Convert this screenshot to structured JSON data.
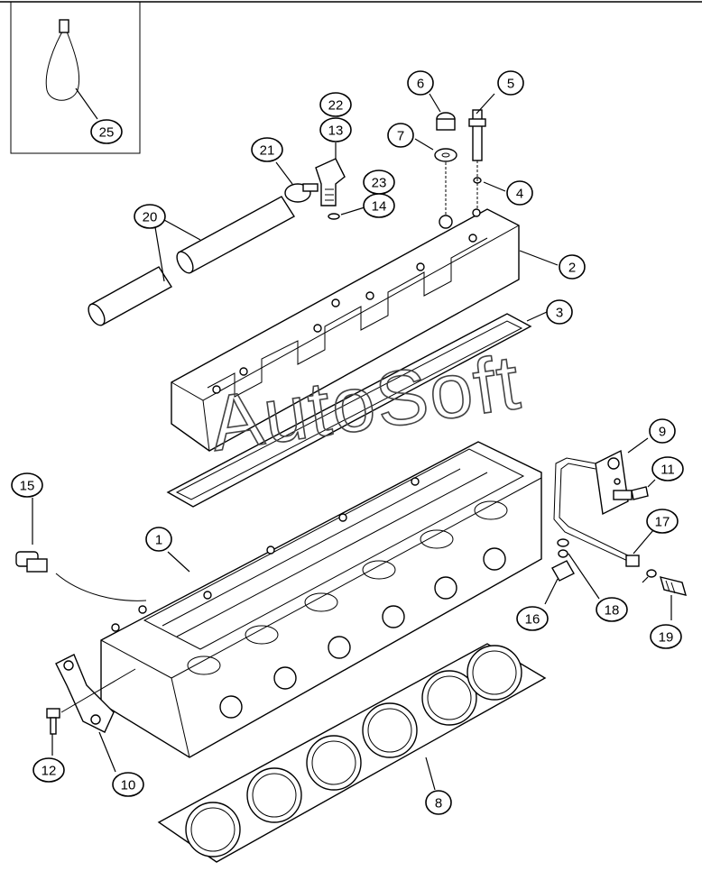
{
  "watermark": "AutoSoft",
  "callouts": [
    {
      "id": "25",
      "label": "25"
    },
    {
      "id": "22",
      "label": "22"
    },
    {
      "id": "13",
      "label": "13"
    },
    {
      "id": "6",
      "label": "6"
    },
    {
      "id": "5",
      "label": "5"
    },
    {
      "id": "7",
      "label": "7"
    },
    {
      "id": "21",
      "label": "21"
    },
    {
      "id": "23",
      "label": "23"
    },
    {
      "id": "14",
      "label": "14"
    },
    {
      "id": "4",
      "label": "4"
    },
    {
      "id": "20",
      "label": "20"
    },
    {
      "id": "2",
      "label": "2"
    },
    {
      "id": "3",
      "label": "3"
    },
    {
      "id": "9",
      "label": "9"
    },
    {
      "id": "15",
      "label": "15"
    },
    {
      "id": "11",
      "label": "11"
    },
    {
      "id": "1",
      "label": "1"
    },
    {
      "id": "17",
      "label": "17"
    },
    {
      "id": "16",
      "label": "16"
    },
    {
      "id": "18",
      "label": "18"
    },
    {
      "id": "19",
      "label": "19"
    },
    {
      "id": "12",
      "label": "12"
    },
    {
      "id": "10",
      "label": "10"
    },
    {
      "id": "8",
      "label": "8"
    }
  ],
  "colors": {
    "line": "#000000",
    "background": "#ffffff",
    "watermark": "#444444"
  }
}
